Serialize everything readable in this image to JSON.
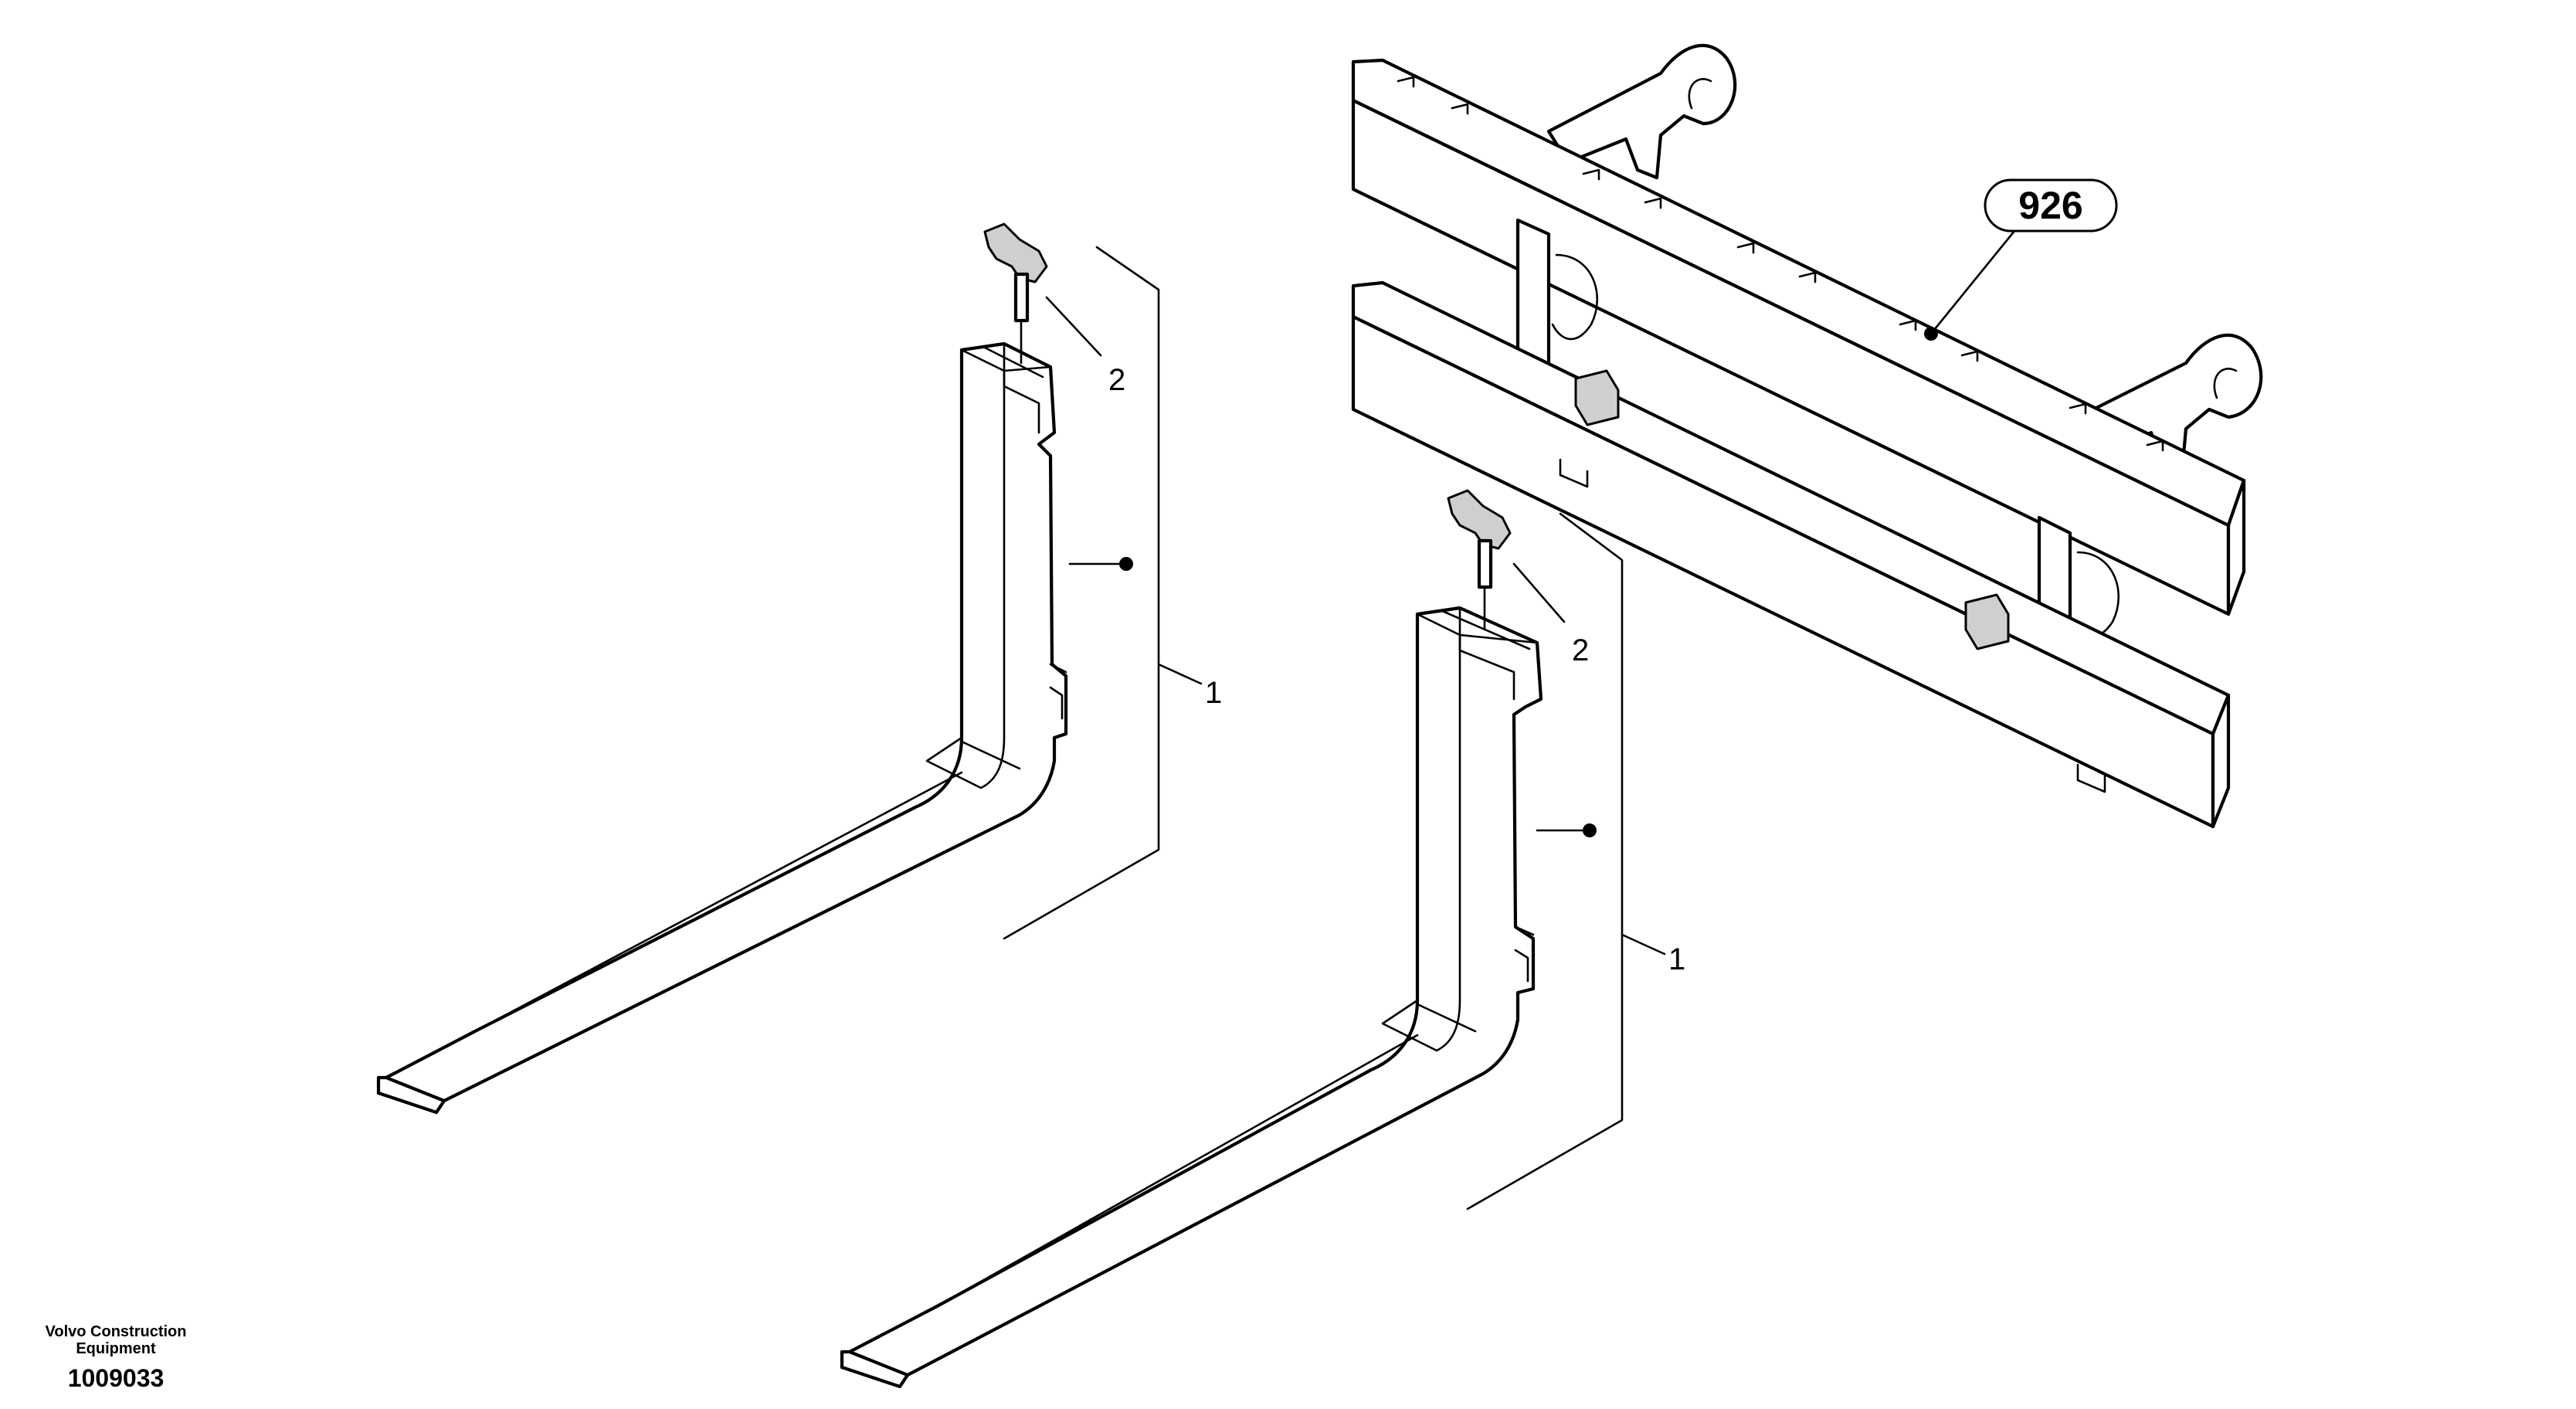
{
  "callouts": {
    "assembly_ref": "926",
    "fork_left": "1",
    "fork_right": "1",
    "pin_left": "2",
    "pin_right": "2"
  },
  "footer": {
    "company_line_1": "Volvo Construction",
    "company_line_2": "Equipment",
    "drawing_number": "1009033"
  }
}
